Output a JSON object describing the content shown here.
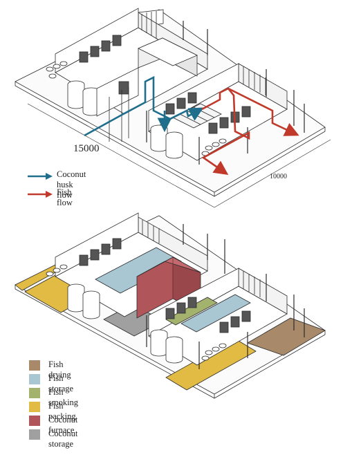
{
  "dimensions": {
    "length": "15000",
    "width": "10000"
  },
  "flow_legend": [
    {
      "label": "Coconut husk flow",
      "color": "#1f6e8c",
      "icon": "arrow-right-icon"
    },
    {
      "label": "Fish flow",
      "color": "#c0392b",
      "icon": "arrow-right-icon"
    }
  ],
  "zone_legend": [
    {
      "label": "Fish drying",
      "color": "#a88a6b"
    },
    {
      "label": "Fish storage",
      "color": "#a9c6d3"
    },
    {
      "label": "Fish smoking",
      "color": "#a3b26c"
    },
    {
      "label": "Fish packing",
      "color": "#e2bb45"
    },
    {
      "label": "Coconut furnace",
      "color": "#b0555a"
    },
    {
      "label": "Coconut storage",
      "color": "#a0a0a0"
    }
  ]
}
